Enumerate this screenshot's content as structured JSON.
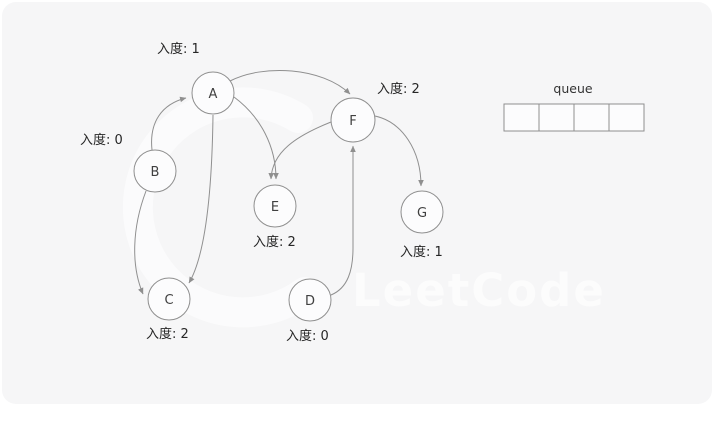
{
  "graph": {
    "description_note": "",
    "nodes": [
      {
        "id": "A",
        "label": "A",
        "indegree": 1,
        "indegree_label": "入度: 1"
      },
      {
        "id": "B",
        "label": "B",
        "indegree": 0,
        "indegree_label": "入度: 0"
      },
      {
        "id": "C",
        "label": "C",
        "indegree": 2,
        "indegree_label": "入度: 2"
      },
      {
        "id": "D",
        "label": "D",
        "indegree": 0,
        "indegree_label": "入度: 0"
      },
      {
        "id": "E",
        "label": "E",
        "indegree": 2,
        "indegree_label": "入度: 2"
      },
      {
        "id": "F",
        "label": "F",
        "indegree": 2,
        "indegree_label": "入度: 2"
      },
      {
        "id": "G",
        "label": "G",
        "indegree": 1,
        "indegree_label": "入度: 1"
      }
    ],
    "edges": [
      {
        "from": "B",
        "to": "A"
      },
      {
        "from": "B",
        "to": "C"
      },
      {
        "from": "A",
        "to": "C"
      },
      {
        "from": "A",
        "to": "E"
      },
      {
        "from": "A",
        "to": "F"
      },
      {
        "from": "F",
        "to": "E"
      },
      {
        "from": "D",
        "to": "F"
      },
      {
        "from": "F",
        "to": "G"
      }
    ]
  },
  "queue": {
    "label": "queue",
    "cells": [
      "",
      "",
      "",
      ""
    ]
  },
  "watermark": {
    "brand": "LeetCode"
  },
  "colors": {
    "card_background": "#f6f6f7",
    "line": "#8f8f8f",
    "node_fill": "#fcfcfd",
    "label_text": "#262626"
  }
}
